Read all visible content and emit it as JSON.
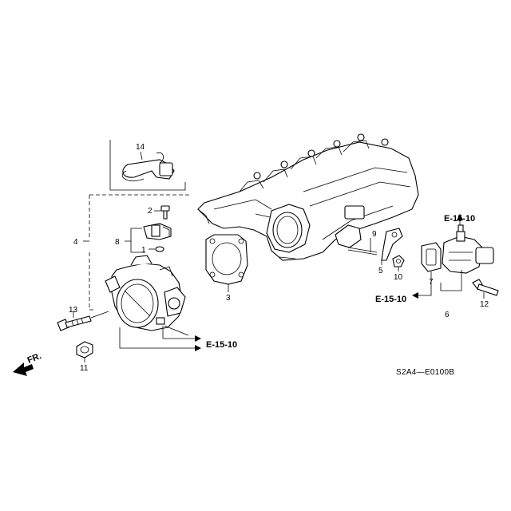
{
  "callouts": {
    "c1": "1",
    "c2": "2",
    "c3": "3",
    "c4": "4",
    "c5": "5",
    "c6": "6",
    "c7": "7",
    "c8": "8",
    "c9": "9",
    "c10": "10",
    "c11": "11",
    "c12": "12",
    "c13": "13",
    "c14": "14"
  },
  "references": {
    "top_right": "E-15-10",
    "right_mid": "E-15-10",
    "bottom_center": "E-15-10"
  },
  "front_marker": "FR.",
  "diagram_code": "S2A4—E0100B"
}
